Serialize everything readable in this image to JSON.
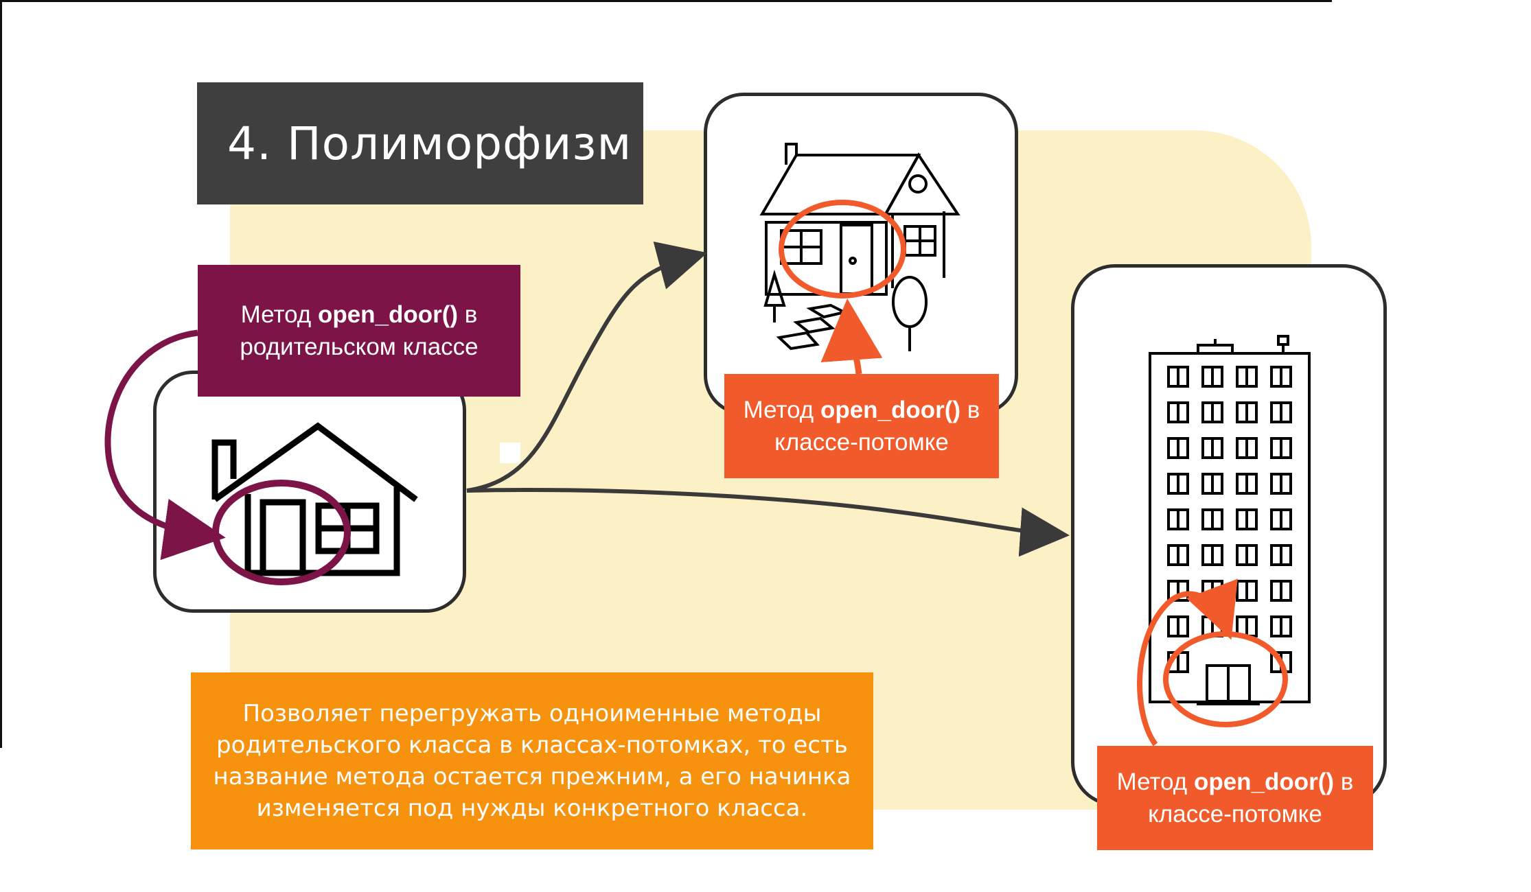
{
  "title": "4. Полиморфизм",
  "parent_label": {
    "prefix": "Метод ",
    "method": "open_door()",
    "suffix": " в",
    "line2": "родительском классе"
  },
  "child_label_1": {
    "prefix": "Метод ",
    "method": "open_door()",
    "suffix": " в",
    "line2": "классе-потомке"
  },
  "child_label_2": {
    "prefix": "Метод ",
    "method": "open_door()",
    "suffix": " в",
    "line2": "классе-потомке"
  },
  "description": "Позволяет перегружать одноименные методы родительского класса в классах-потомках, то есть название метода остается прежним, а его начинка изменяется под нужды конкретного класса.",
  "colors": {
    "title_bg": "#3f3f3f",
    "parent_accent": "#7c1448",
    "child_accent": "#f15a2b",
    "description_bg": "#f7920f",
    "background_panel": "#fcf0c7"
  },
  "icons": [
    "simple-house-icon",
    "cottage-icon",
    "apartment-building-icon"
  ]
}
